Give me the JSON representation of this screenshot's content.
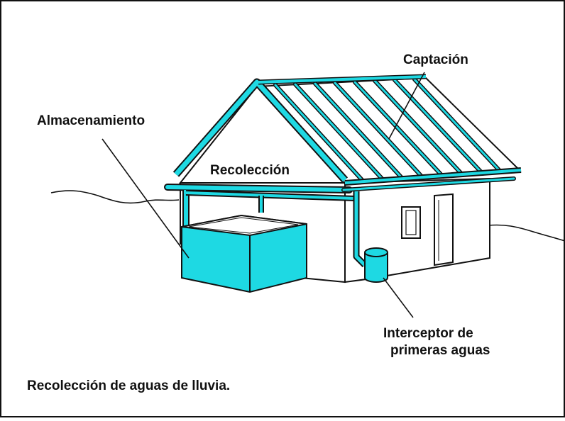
{
  "diagram": {
    "labels": {
      "captacion": "Captación",
      "almacenamiento": "Almacenamiento",
      "recoleccion": "Recolección",
      "interceptor_line1": "Interceptor de",
      "interceptor_line2": "primeras aguas"
    },
    "caption": "Recolección de aguas de lluvia.",
    "colors": {
      "water": "#1ed9e3",
      "outline": "#111111",
      "background": "#ffffff"
    }
  }
}
